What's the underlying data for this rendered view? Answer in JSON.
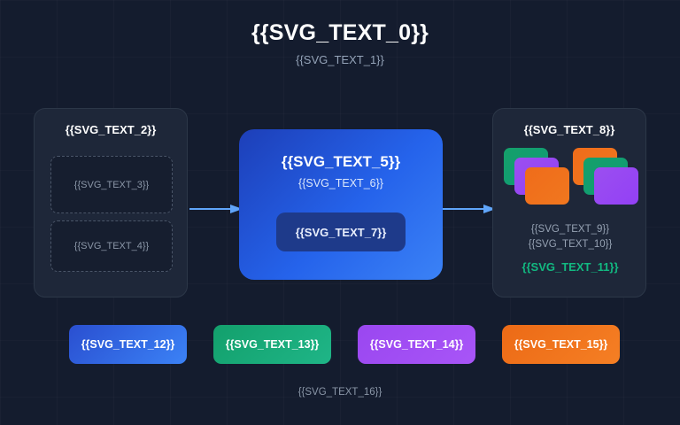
{
  "header": {
    "title": "{{SVG_TEXT_0}}",
    "subtitle": "{{SVG_TEXT_1}}"
  },
  "source_panel": {
    "title": "{{SVG_TEXT_2}}",
    "slots": [
      {
        "label": "{{SVG_TEXT_3}}"
      },
      {
        "label": "{{SVG_TEXT_4}}"
      }
    ]
  },
  "engine_panel": {
    "title": "{{SVG_TEXT_5}}",
    "subtitle": "{{SVG_TEXT_6}}",
    "action_label": "{{SVG_TEXT_7}}"
  },
  "output_panel": {
    "title": "{{SVG_TEXT_8}}",
    "line_1": "{{SVG_TEXT_9}}",
    "line_2": "{{SVG_TEXT_10}}",
    "status": "{{SVG_TEXT_11}}",
    "stacks": [
      {
        "name": "stack-left",
        "cards": [
          "green",
          "purple",
          "orange"
        ]
      },
      {
        "name": "stack-right",
        "cards": [
          "orange",
          "green",
          "purple"
        ]
      }
    ]
  },
  "legend": {
    "chips": [
      {
        "label": "{{SVG_TEXT_12}}",
        "color": "#3b82f6"
      },
      {
        "label": "{{SVG_TEXT_13}}",
        "color": "#1fb587"
      },
      {
        "label": "{{SVG_TEXT_14}}",
        "color": "#a855f7"
      },
      {
        "label": "{{SVG_TEXT_15}}",
        "color": "#f57f24"
      }
    ]
  },
  "footer": {
    "caption": "{{SVG_TEXT_16}}"
  },
  "flow": {
    "arrows": [
      {
        "name": "arrow-source-to-engine"
      },
      {
        "name": "arrow-engine-to-output"
      }
    ],
    "arrow_color": "#60a5fa"
  },
  "theme": {
    "background": "#141c2e",
    "panel_fill": "#1e2739",
    "panel_border": "#2c3748",
    "accent_blue": "#2563eb",
    "status_green": "#12b981",
    "muted_text": "#94a3b8"
  }
}
